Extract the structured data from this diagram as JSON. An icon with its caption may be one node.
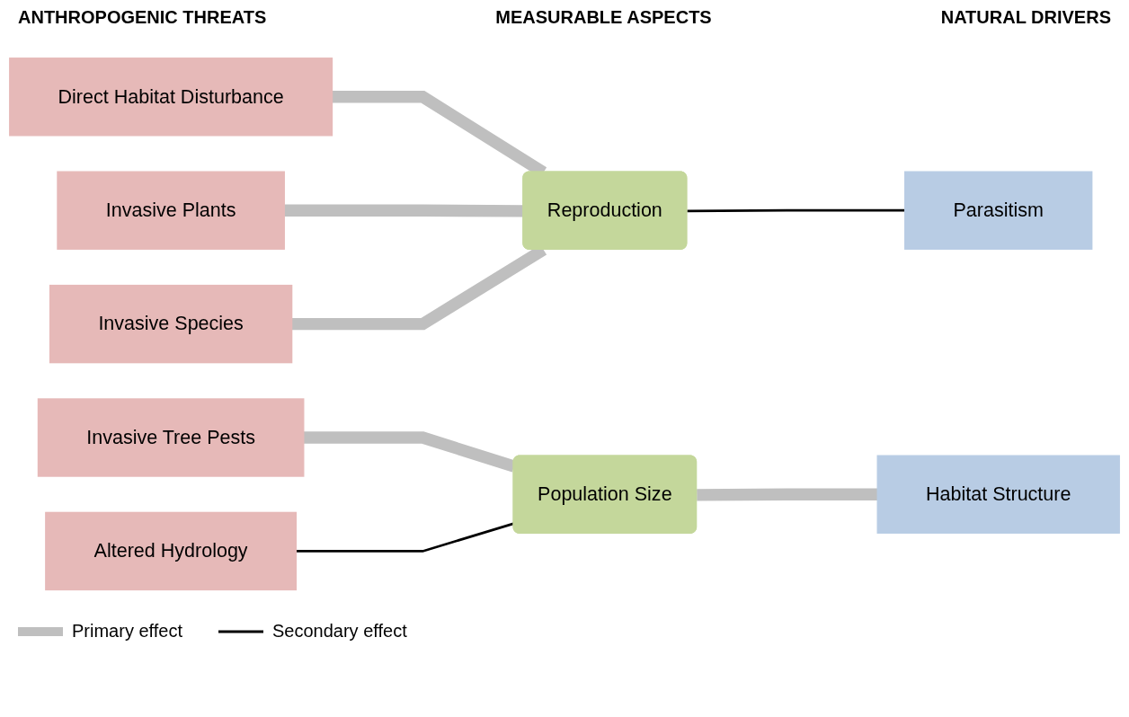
{
  "diagram": {
    "nodes": [
      {
        "text": [
          "Direct Habitat Disturbance"
        ]
      },
      {
        "text": [
          "Invasive Plants"
        ]
      },
      {
        "text": [
          "Invasive Species"
        ]
      },
      {
        "text": [
          "Invasive Tree Pests"
        ]
      },
      {
        "text": [
          "Altered Hydrology"
        ]
      },
      {
        "text": [
          "Population Size"
        ]
      },
      {
        "text": [
          "Reproduction"
        ]
      },
      {
        "text": [
          "Habitat Structure"
        ]
      },
      {
        "text": [
          "Parasitism"
        ]
      }
    ],
    "edges": [
      {
        "from": 0,
        "to": 6,
        "arrow": "none"
      },
      {
        "from": 1,
        "to": 6,
        "arrow": "none"
      },
      {
        "from": 2,
        "to": 6,
        "arrow": "none"
      },
      {
        "from": 3,
        "to": 5,
        "arrow": "none"
      },
      {
        "from": 4,
        "to": 5,
        "arrow": "none",
        "color": "#000000"
      },
      {
        "from": 5,
        "to": 7,
        "arrow": "none"
      },
      {
        "from": 6,
        "to": 8,
        "arrow": "none",
        "color": "#000000"
      }
    ],
    "labels": [
      "ANTHROPOGENIC THREATS",
      "MEASURABLE ASPECTS",
      "NATURAL DRIVERS"
    ],
    "legend": [
      {
        "text": "Primary effect"
      },
      {
        "text": "Secondary effect"
      }
    ]
  }
}
